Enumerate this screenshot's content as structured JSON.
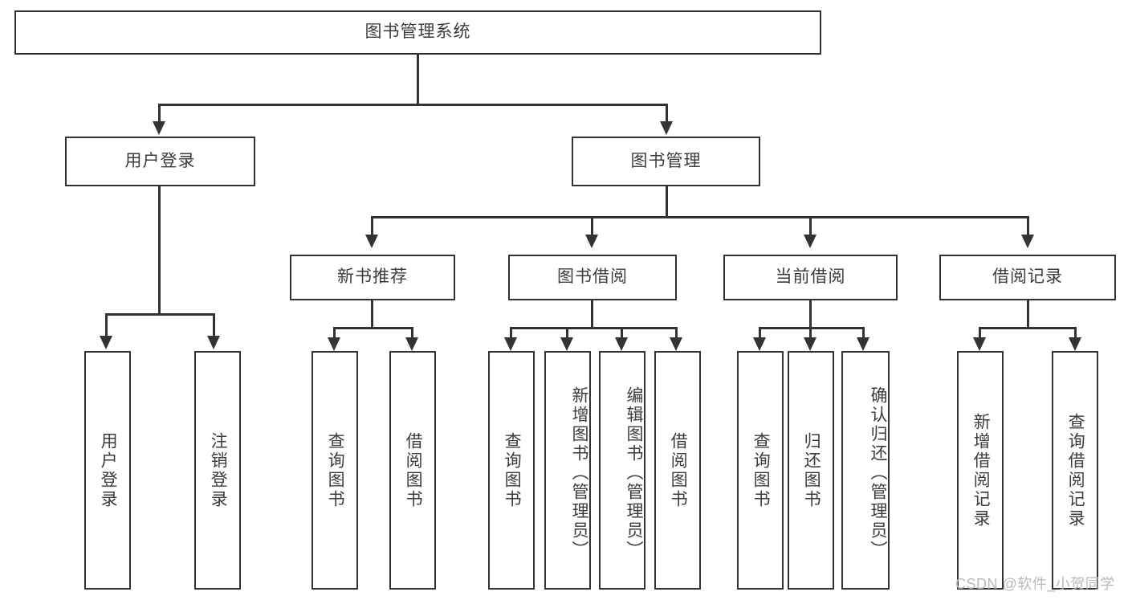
{
  "diagram": {
    "title": "图书管理系统",
    "type": "hierarchy-tree",
    "root": {
      "label": "图书管理系统"
    },
    "level2": [
      {
        "label": "用户登录"
      },
      {
        "label": "图书管理"
      }
    ],
    "level3": [
      {
        "label": "新书推荐"
      },
      {
        "label": "图书借阅"
      },
      {
        "label": "当前借阅"
      },
      {
        "label": "借阅记录"
      }
    ],
    "leaves": {
      "user_login": [
        {
          "label": "用户登录"
        },
        {
          "label": "注销登录"
        }
      ],
      "new_book_recommend": [
        {
          "label": "查询图书"
        },
        {
          "label": "借阅图书"
        }
      ],
      "book_borrow": [
        {
          "label": "查询图书"
        },
        {
          "label": "新增图书（管理员）"
        },
        {
          "label": "编辑图书（管理员）"
        },
        {
          "label": "借阅图书"
        }
      ],
      "current_borrow": [
        {
          "label": "查询图书"
        },
        {
          "label": "归还图书"
        },
        {
          "label": "确认归还（管理员）"
        }
      ],
      "borrow_record": [
        {
          "label": "新增借阅记录"
        },
        {
          "label": "查询借阅记录"
        }
      ]
    }
  },
  "watermark": {
    "text": "CSDN @软件_小贺同学"
  },
  "colors": {
    "stroke": "#333333",
    "text": "#3c3c3c",
    "background": "#ffffff",
    "watermark": "#b9b9b9"
  }
}
